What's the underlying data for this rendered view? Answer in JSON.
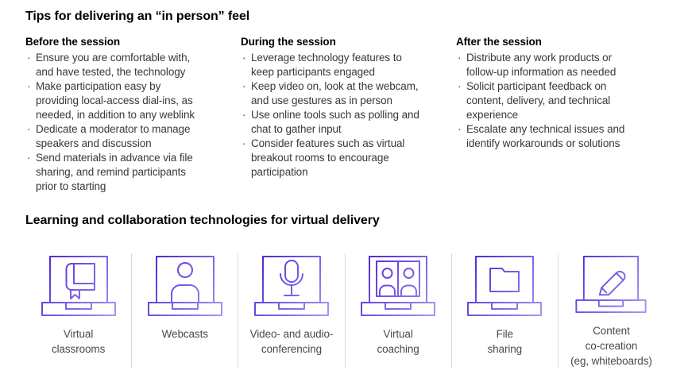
{
  "glyphs": {
    "bullet": "·"
  },
  "tips": {
    "title": "Tips for delivering an “in person” feel",
    "columns": [
      {
        "heading": "Before the session",
        "bullets": [
          "Ensure you are comfortable with,\nand have tested, the technology",
          "Make participation easy by\nproviding local-access dial-ins, as\nneeded, in addition to any weblink",
          "Dedicate a moderator to manage\nspeakers and discussion",
          "Send materials in advance via file\nsharing, and remind participants\nprior to starting"
        ]
      },
      {
        "heading": "During the session",
        "bullets": [
          "Leverage technology features to\nkeep participants engaged",
          "Keep video on, look at the webcam,\nand use gestures as in person",
          "Use online tools such as polling and\nchat to gather input",
          "Consider features such as virtual\nbreakout rooms to encourage\nparticipation"
        ]
      },
      {
        "heading": "After the session",
        "bullets": [
          "Distribute any work products or\nfollow-up information as needed",
          "Solicit participant feedback on\ncontent, delivery, and technical\nexperience",
          "Escalate any technical issues and\nidentify workarounds or solutions"
        ]
      }
    ]
  },
  "technologies": {
    "title": "Learning and collaboration technologies for virtual delivery",
    "items": [
      {
        "icon": "laptop-book-icon",
        "label": "Virtual\nclassrooms"
      },
      {
        "icon": "laptop-person-icon",
        "label": "Webcasts"
      },
      {
        "icon": "laptop-microphone-icon",
        "label": "Video- and audio-\nconferencing"
      },
      {
        "icon": "laptop-split-people-icon",
        "label": "Virtual\ncoaching"
      },
      {
        "icon": "laptop-folder-icon",
        "label": "File\nsharing"
      },
      {
        "icon": "laptop-pencil-icon",
        "label": "Content\nco-creation\n(eg, whiteboards)"
      }
    ]
  },
  "colors": {
    "icon_gradient_start": "#4719d7",
    "icon_gradient_end": "#aa9cf5",
    "divider": "#d8d8d8",
    "heading_text": "#000000",
    "body_text": "#383838",
    "label_text": "#4a4a4a"
  }
}
